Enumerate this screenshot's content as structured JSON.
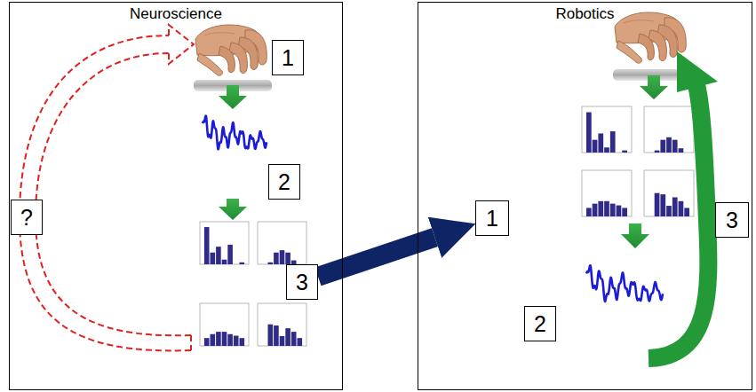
{
  "diagram": {
    "nodes": [
      {
        "text": [
          "Neuroscience"
        ]
      },
      {
        "text": [
          "1"
        ],
        "in": 0
      },
      {
        "text": [
          "?"
        ],
        "in": 0
      },
      {
        "text": [
          "2"
        ],
        "in": 0
      },
      {
        "text": [
          "3"
        ],
        "in": 0
      },
      {
        "text": [
          "Robotics"
        ]
      },
      {
        "text": [
          "1"
        ],
        "in": 5
      },
      {
        "text": [
          "2"
        ],
        "in": 5
      },
      {
        "text": [
          "3"
        ],
        "in": 5
      }
    ],
    "edges": [
      {
        "from": 4,
        "to": 6,
        "arrow": "to"
      }
    ]
  }
}
